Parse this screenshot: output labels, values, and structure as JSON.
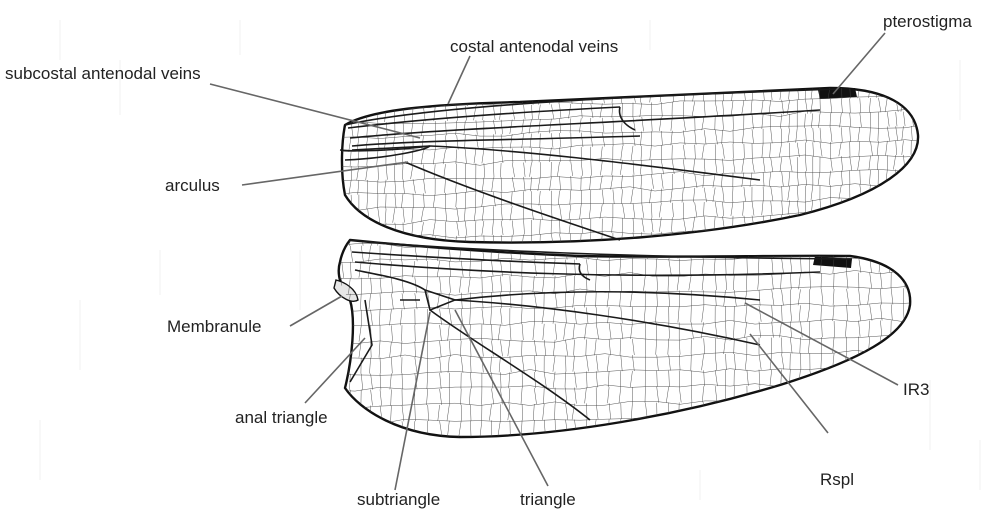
{
  "labels": {
    "pterostigma": "pterostigma",
    "costal_antenodal_veins": "costal antenodal veins",
    "subcostal_antenodal_veins": "subcostal antenodal veins",
    "arculus": "arculus",
    "membranule": "Membranule",
    "anal_triangle": "anal triangle",
    "subtriangle": "subtriangle",
    "triangle": "triangle",
    "ir3": "IR3",
    "rspl": "Rspl"
  },
  "colors": {
    "background": "#ffffff",
    "veins": "#1a1a1a",
    "leader_lines": "#666666",
    "label_text": "#222222"
  }
}
